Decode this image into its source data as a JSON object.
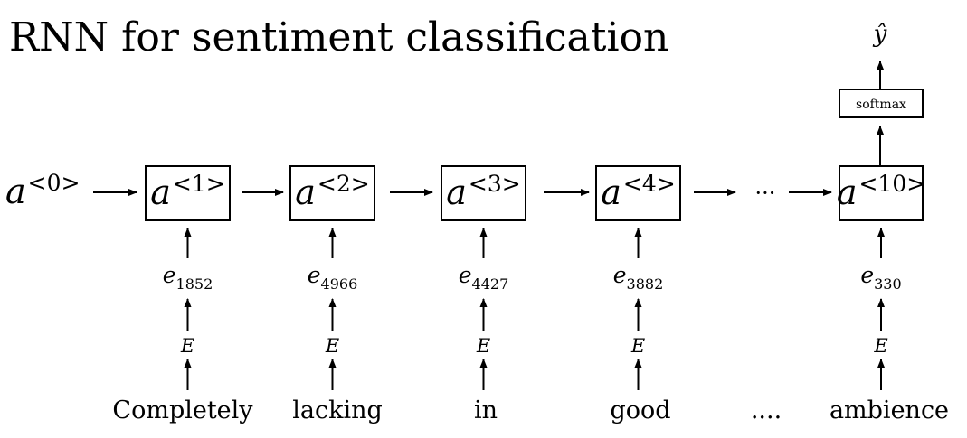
{
  "title": "RNN for sentiment classification",
  "initial_activation": {
    "base": "a",
    "superscript": "<0>"
  },
  "timesteps": [
    {
      "activation": {
        "base": "a",
        "superscript": "<1>"
      },
      "embedding": {
        "base": "e",
        "subscript": "1852"
      },
      "matrix": "E",
      "word": "Completely"
    },
    {
      "activation": {
        "base": "a",
        "superscript": "<2>"
      },
      "embedding": {
        "base": "e",
        "subscript": "4966"
      },
      "matrix": "E",
      "word": "lacking"
    },
    {
      "activation": {
        "base": "a",
        "superscript": "<3>"
      },
      "embedding": {
        "base": "e",
        "subscript": "4427"
      },
      "matrix": "E",
      "word": "in"
    },
    {
      "activation": {
        "base": "a",
        "superscript": "<4>"
      },
      "embedding": {
        "base": "e",
        "subscript": "3882"
      },
      "matrix": "E",
      "word": "good"
    },
    {
      "activation": {
        "base": "a",
        "superscript": "<10>"
      },
      "embedding": {
        "base": "e",
        "subscript": "330"
      },
      "matrix": "E",
      "word": "ambience"
    }
  ],
  "activation_ellipsis": "···",
  "word_ellipsis": "....",
  "softmax_label": "softmax",
  "output_label": "ŷ"
}
